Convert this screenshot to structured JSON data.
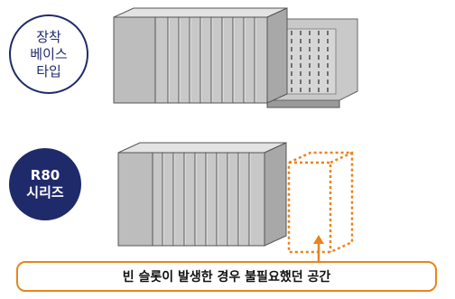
{
  "badges": {
    "base_type": {
      "line1": "장착",
      "line2": "베이스",
      "line3": "타입"
    },
    "series": {
      "line1": "R80",
      "line2": "시리즈"
    }
  },
  "callout": {
    "text": "빈 슬롯이 발생한 경우 불필요했던 공간"
  },
  "colors": {
    "navy": "#1f2a6b",
    "orange": "#e8841f",
    "module_gray": "#c8c8c8"
  }
}
